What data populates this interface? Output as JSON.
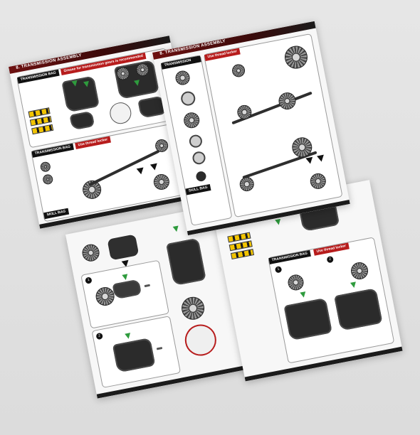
{
  "sheet_top_left": {
    "header": "8. TRANSMISSION ASSEMBLY",
    "panel_1": {
      "tag": "TRANSMISSION BAG",
      "red_tag": "Grease for transmission gears is recommended"
    },
    "panel_2": {
      "tag": "TRANSMISSION BAG",
      "red_tag": "Use thread locker",
      "section": "SKILL BAG"
    }
  },
  "sheet_top_right": {
    "header": "8. TRANSMISSION ASSEMBLY",
    "panel_1": {
      "tag": "TRANSMISSION BAG",
      "red_tag": "Use thread locker",
      "section": "SKILL BAG"
    }
  },
  "sheet_bottom_left": {
    "header": "",
    "steps": [
      "1",
      "2"
    ]
  },
  "sheet_bottom_right": {
    "header": "",
    "panel_1": {
      "tag": "TRANSMISSION BAG",
      "red_tag": "Use thread locker"
    },
    "steps": [
      "1",
      "2"
    ]
  },
  "colors": {
    "header_red": "#7a1414",
    "arrow_green": "#2e9b3d",
    "warning_yellow": "#f2c400",
    "part_black": "#2b2b2b"
  }
}
